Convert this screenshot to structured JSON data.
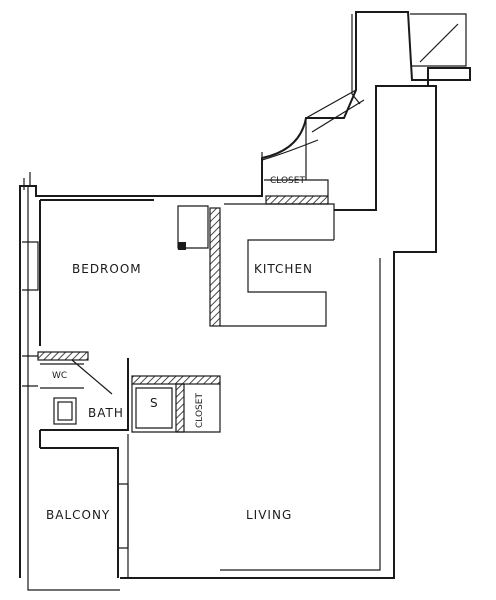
{
  "rooms": {
    "bedroom": "BEDROOM",
    "kitchen": "KITCHEN",
    "closet_top": "CLOSET",
    "wc": "WC",
    "bath": "BATH",
    "storage": "S",
    "closet_side": "CLOSET",
    "balcony": "BALCONY",
    "living": "LIVING"
  }
}
